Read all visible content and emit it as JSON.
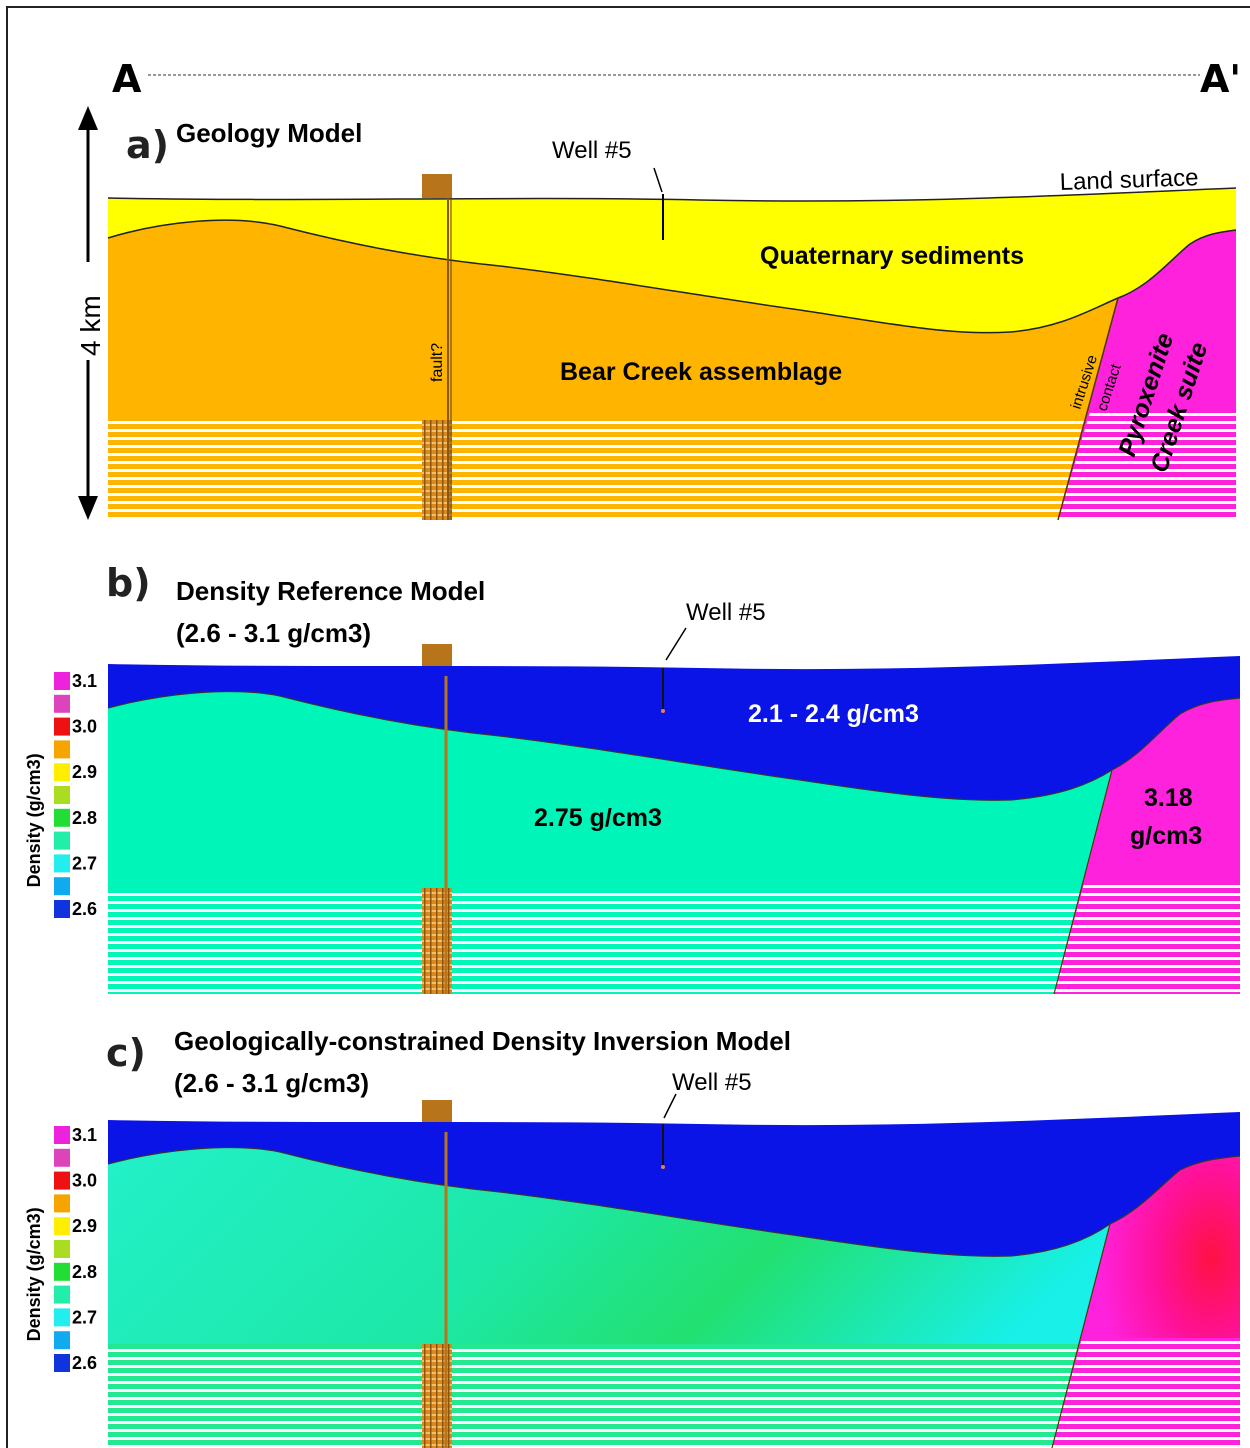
{
  "section": {
    "start": "A",
    "end": "A'"
  },
  "scale": {
    "label": "4 km"
  },
  "panels": [
    {
      "letter": "a)",
      "title": "Geology Model",
      "well": "Well #5",
      "surface": "Land surface",
      "fault": "fault?",
      "units": {
        "sediments": "Quaternary sediments",
        "assemblage": "Bear Creek assemblage",
        "contact_1": "intrusive",
        "contact_2": "contact",
        "suite_1": "Pyroxenite",
        "suite_2": "Creek suite"
      }
    },
    {
      "letter": "b)",
      "title": "Density Reference Model",
      "range": "(2.6 - 3.1 g/cm3)",
      "well": "Well #5",
      "values": {
        "sediments": "2.1 - 2.4 g/cm3",
        "assemblage": "2.75 g/cm3",
        "suite_1": "3.18",
        "suite_2": "g/cm3"
      }
    },
    {
      "letter": "c)",
      "title": "Geologically-constrained Density Inversion Model",
      "range": "(2.6 - 3.1 g/cm3)",
      "well": "Well #5"
    }
  ],
  "colorbar": {
    "title": "Density (g/cm3)",
    "ticks": [
      "3.1",
      "3.0",
      "2.9",
      "2.8",
      "2.7",
      "2.6"
    ],
    "swatches": [
      "#ee22dd",
      "#dd44bb",
      "#ee1111",
      "#f5a400",
      "#ffee00",
      "#aadd22",
      "#22dd33",
      "#22eeaa",
      "#22eeee",
      "#11aaee",
      "#1133dd"
    ]
  },
  "colors": {
    "sediments": "#ffff00",
    "assemblage": "#ffb400",
    "suite": "#ff22dd",
    "low_density": "#0a14e6",
    "mid_density": "#00f5b8",
    "fault": "#b8741a"
  }
}
